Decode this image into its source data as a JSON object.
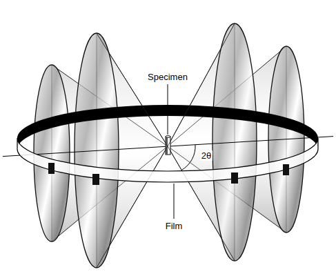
{
  "diagram": {
    "labels": [
      "Specimen",
      "Film",
      "2θ"
    ]
  }
}
